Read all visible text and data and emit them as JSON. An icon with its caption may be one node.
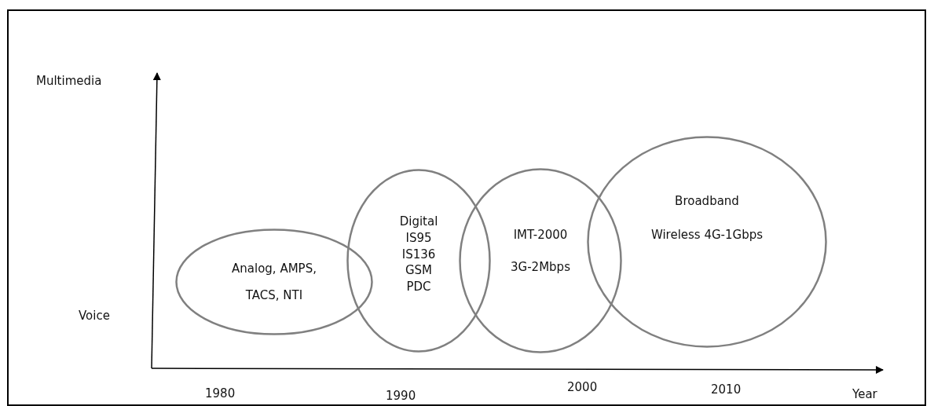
{
  "diagram": {
    "nodes": [
      {
        "text": [
          "Analog, AMPS, TACS, NTI"
        ]
      },
      {
        "text": [
          "Digital",
          "IS95",
          "IS136",
          "GSM",
          "PDC"
        ]
      },
      {
        "text": [
          "IMT-2000",
          "3G-2Mbps"
        ]
      },
      {
        "text": [
          "Broadband",
          "Wireless 4G-1Gbps"
        ]
      }
    ],
    "labels": [
      "Multimedia",
      "Voice",
      "1980",
      "1990",
      "2000",
      "2010",
      "Year"
    ]
  }
}
